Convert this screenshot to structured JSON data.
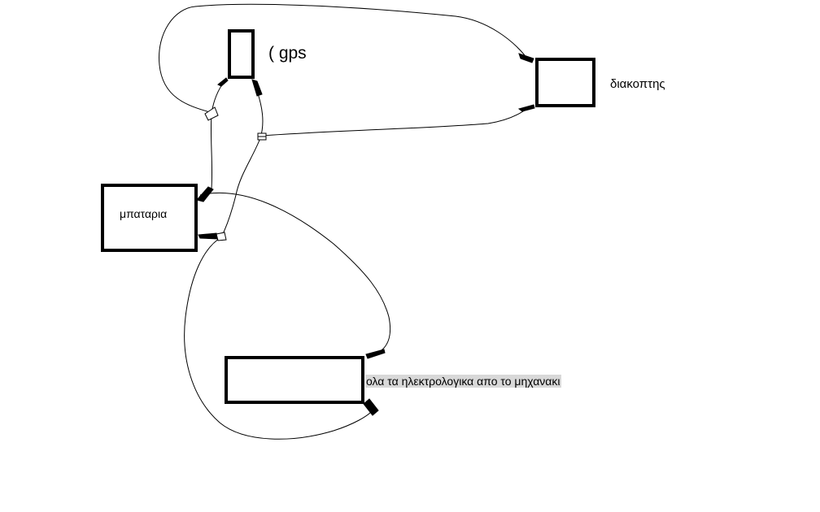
{
  "labels": {
    "gps": "( gps",
    "switch": "διακοπτης",
    "battery": "μπαταρια",
    "electrics": "ολα τα ηλεκτρολογικα απο το μηχανακι"
  },
  "colors": {
    "stroke": "#000000",
    "background": "#ffffff",
    "highlight": "#d8d8d8"
  }
}
